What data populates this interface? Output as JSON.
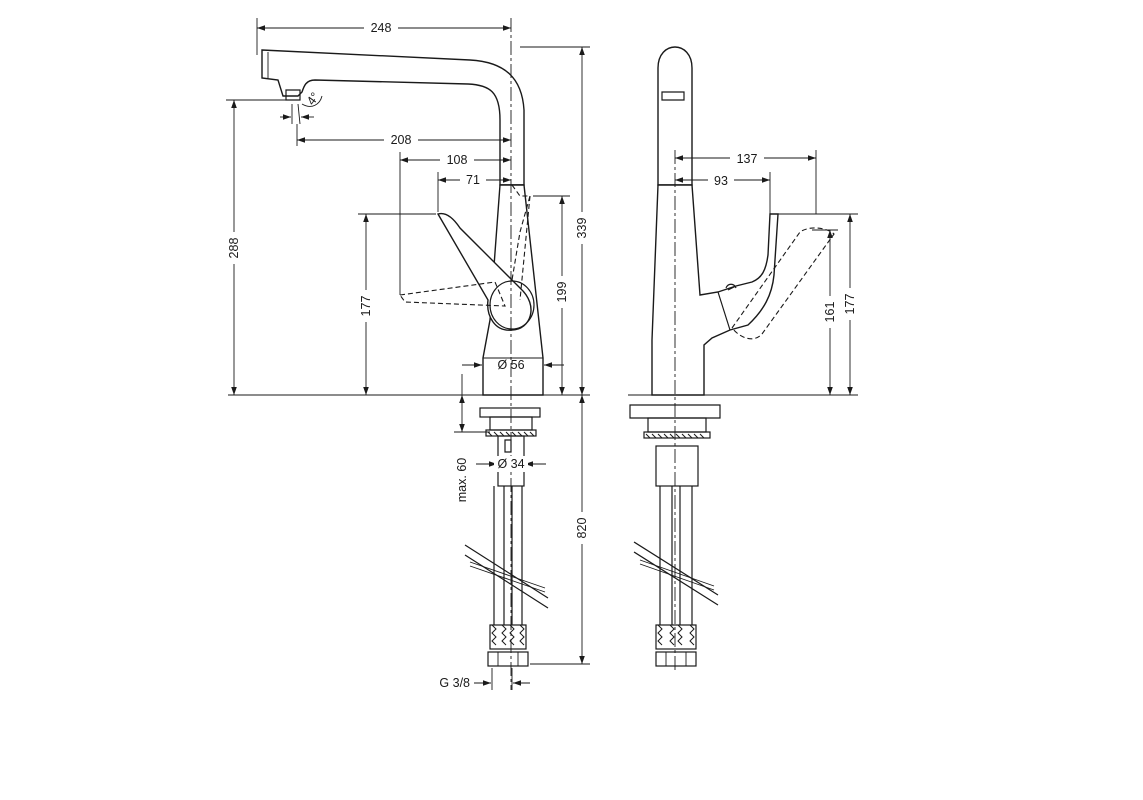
{
  "dimensions": {
    "spout_reach": "248",
    "spout_angle": "4°",
    "outlet_to_centre": "208",
    "lever_reach_front": "108",
    "lever_reach_short": "71",
    "outlet_height": "288",
    "lever_height_front": "177",
    "swivel_height": "199",
    "total_height": "339",
    "base_diameter": "Ø 56",
    "deck_thickness": "max. 60",
    "shank_diameter": "Ø 34",
    "hose_length": "820",
    "connection_thread": "G 3/8",
    "side_lever_reach": "137",
    "side_lever_reach_short": "93",
    "side_lever_height_low": "161",
    "side_lever_height_high": "177"
  }
}
